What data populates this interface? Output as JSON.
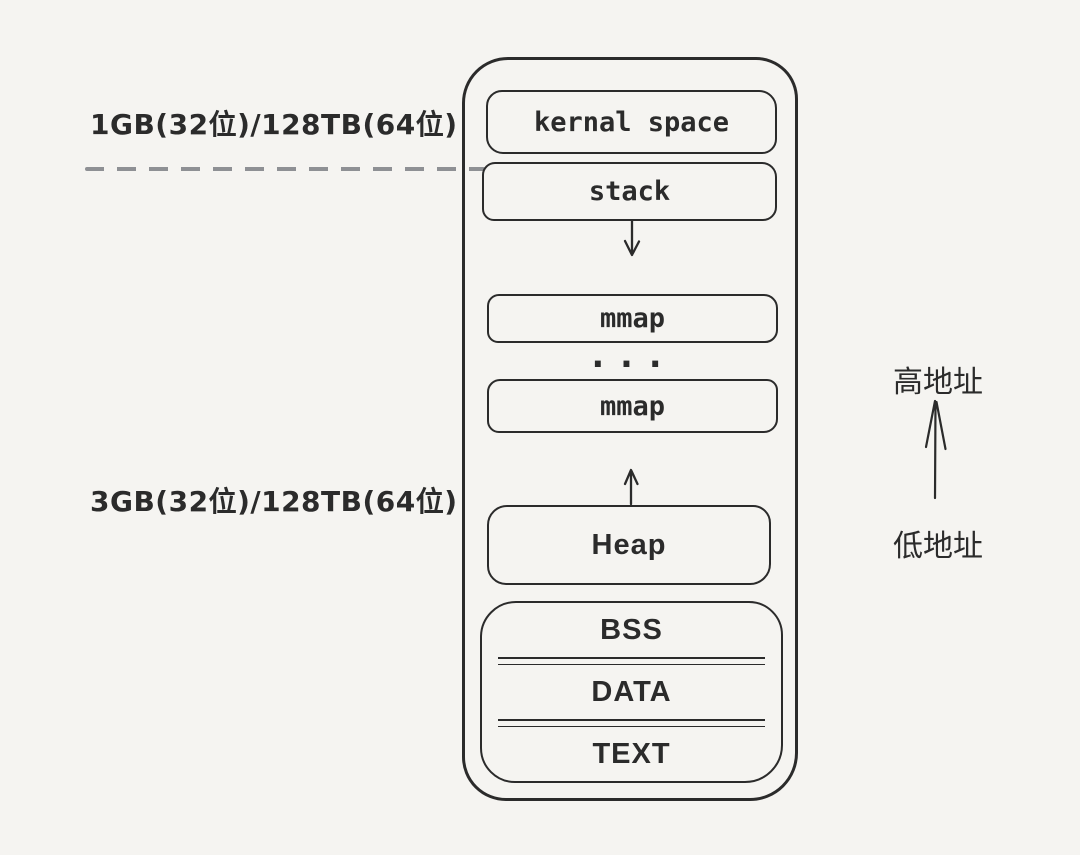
{
  "colors": {
    "background": "#f5f4f1",
    "ink": "#2b2b2b",
    "dash_line": "#8e9094"
  },
  "annotations": {
    "kernel_size_label": "1GB(32位)/128TB(64位)",
    "user_size_label": "3GB(32位)/128TB(64位)"
  },
  "address_axis": {
    "high_label": "高地址",
    "low_label": "低地址"
  },
  "memory_layout": {
    "kernel_space": "kernal space",
    "stack": "stack",
    "mmap_upper": "mmap",
    "ellipsis": "...",
    "mmap_lower": "mmap",
    "heap": "Heap",
    "bss": "BSS",
    "data": "DATA",
    "text": "TEXT"
  }
}
